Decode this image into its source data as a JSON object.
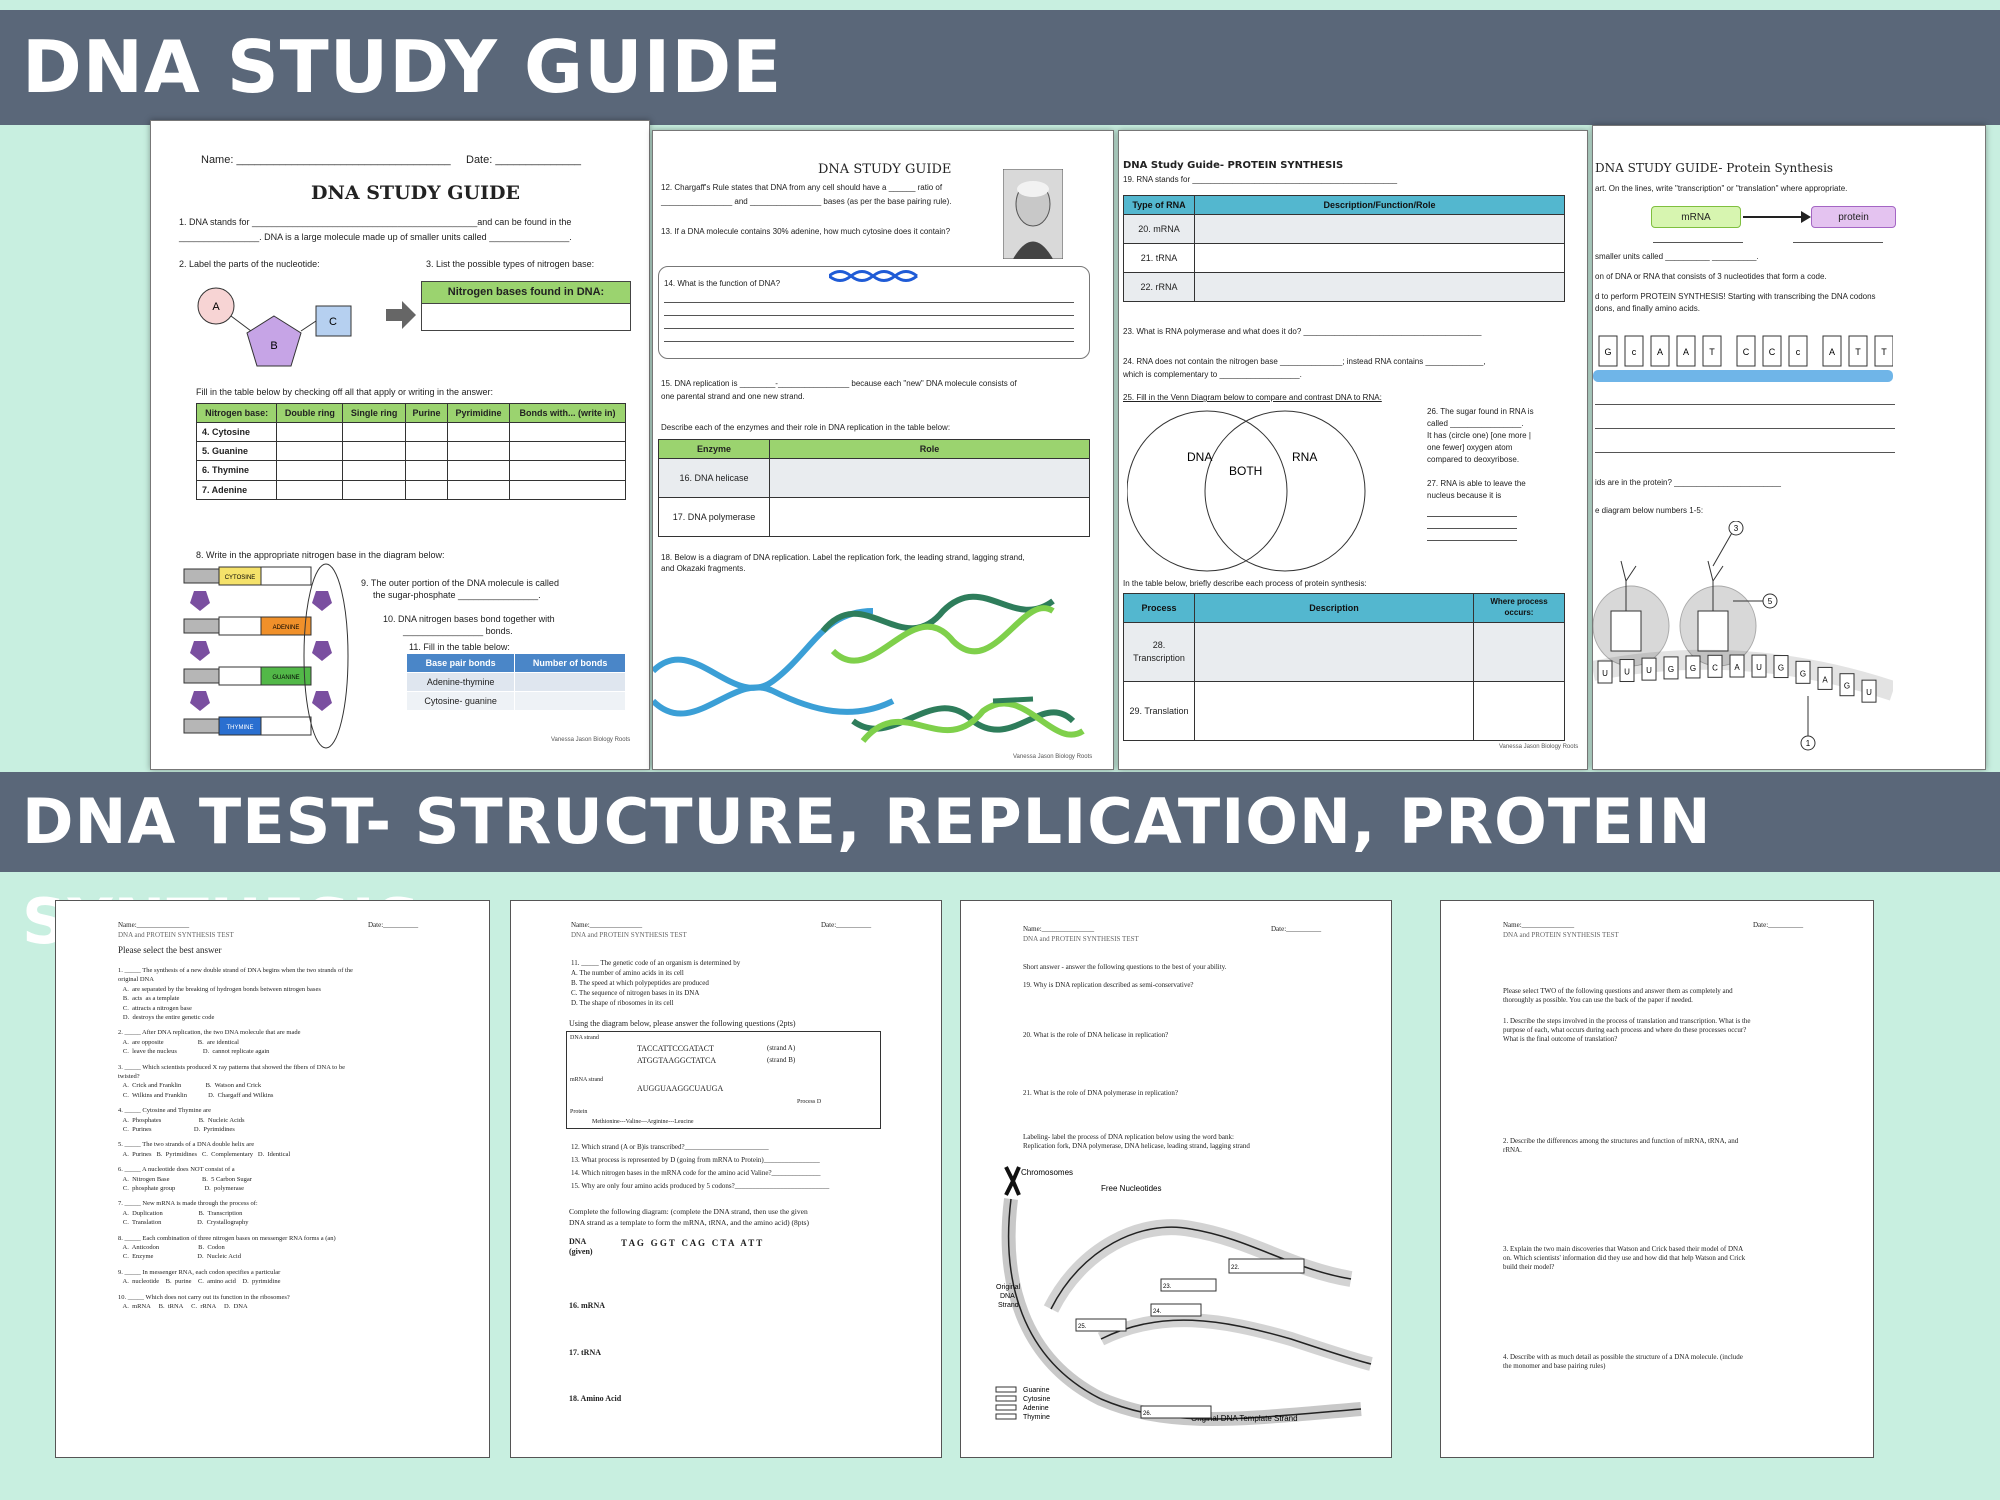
{
  "banners": {
    "top": "DNA STUDY GUIDE",
    "middle": "DNA TEST- STRUCTURE, REPLICATION, PROTEIN SYNTHESIS"
  },
  "colors": {
    "background": "#c8efe0",
    "banner": "#5a6779",
    "green_header": "#9bd36f",
    "blue_header": "#53b7cf"
  },
  "sg1": {
    "name_label": "Name: ___________________________________",
    "date_label": "Date: ______________",
    "title": "DNA STUDY GUIDE",
    "q1a": "1. DNA stands for _____________________________________________and can be found in the",
    "q1b": "________________. DNA is a large molecule made up of smaller units called ________________.",
    "q2": "2. Label the parts of the nucleotide:",
    "q3": "3.   List the possible types of nitrogen base:",
    "nuc_a": "A",
    "nuc_b": "B",
    "nuc_c": "C",
    "nb_box_title": "Nitrogen bases found in DNA:",
    "table_intro": "Fill in the table below by checking off all that apply or writing in the answer:",
    "headers": [
      "Nitrogen base:",
      "Double ring",
      "Single ring",
      "Purine",
      "Pyrimidine",
      "Bonds with... (write in)"
    ],
    "rows": [
      "4. Cytosine",
      "5. Guanine",
      "6. Thymine",
      "7. Adenine"
    ],
    "q8": "8. Write in the appropriate nitrogen base in the diagram below:",
    "ladder_labels": [
      "CYTOSINE",
      "ADENINE",
      "GUANINE",
      "THYMINE"
    ],
    "q9": "9. The outer portion of the DNA molecule is called",
    "q9b": "the sugar-phosphate ________________.",
    "q10": "10. DNA nitrogen bases bond together with",
    "q10b": "________________ bonds.",
    "q11": "11. Fill in the table below:",
    "bp_headers": [
      "Base pair bonds",
      "Number of bonds"
    ],
    "bp_rows": [
      "Adenine-thymine",
      "Cytosine- guanine"
    ],
    "credit": "Vanessa Jason Biology Roots"
  },
  "sg2": {
    "title": "DNA STUDY GUIDE",
    "q12": "12. Chargaff's Rule states that DNA from any cell should have a ______ ratio of",
    "q12b": "________________ and ________________ bases (as per the base pairing rule).",
    "q13": "13. If a DNA molecule contains 30% adenine, how much cytosine does it contain?",
    "q14": "14. What is the function of DNA?",
    "q15": "15. DNA replication is ________-________________ because each \"new\" DNA molecule consists of",
    "q15b": "one parental strand and one new strand.",
    "describe": "Describe each of the enzymes and their role in DNA replication in the table below:",
    "enz_headers": [
      "Enzyme",
      "Role"
    ],
    "enz_rows": [
      "16. DNA helicase",
      "17. DNA polymerase"
    ],
    "q18": "18. Below is a diagram of DNA replication. Label the replication fork, the leading strand, lagging strand,",
    "q18b": "and Okazaki fragments.",
    "credit": "Vanessa Jason Biology Roots"
  },
  "sg3": {
    "title": "DNA Study Guide- PROTEIN SYNTHESIS",
    "q19": "19. RNA stands for ______________________________________________",
    "rna_headers": [
      "Type of RNA",
      "Description/Function/Role"
    ],
    "rna_rows": [
      "20. mRNA",
      "21. tRNA",
      "22. rRNA"
    ],
    "q23": "23. What is RNA polymerase and what does it do? ________________________________________",
    "q24": "24. RNA does not contain the nitrogen base ______________; instead RNA contains _____________,",
    "q24b": "which is complementary to __________________.",
    "q25": "25. Fill in the Venn Diagram below to compare and contrast DNA to RNA:",
    "venn": [
      "DNA",
      "BOTH",
      "RNA"
    ],
    "q26": [
      "26. The sugar found in RNA is",
      "called ________________.",
      "It has (circle one) [one more |",
      "one fewer] oxygen atom",
      "compared to  deoxyribose."
    ],
    "q27": [
      "27. RNA is able to leave the",
      "nucleus because it is"
    ],
    "proc_intro": "In the table below, briefly describe each process of protein synthesis:",
    "proc_headers": [
      "Process",
      "Description",
      "Where process occurs:"
    ],
    "proc_rows": [
      "28. Transcription",
      "29. Translation"
    ],
    "credit": "Vanessa Jason Biology Roots"
  },
  "sg4": {
    "title": "DNA STUDY GUIDE- Protein Synthesis",
    "intro": "art. On the lines, write \"transcription\" or \"translation\" where appropriate.",
    "mrna": "mRNA",
    "protein": "protein",
    "l1": "smaller units called __________ __________.",
    "l2": "on of DNA or RNA that consists of 3 nucleotides that form a code.",
    "l3": "d to perform PROTEIN SYNTHESIS! Starting with transcribing the DNA codons",
    "l4": "dons, and finally amino acids.",
    "bases": [
      "G",
      "c",
      "A",
      "A",
      "T",
      "C",
      "C",
      "c",
      "A",
      "T",
      "T"
    ],
    "q_amino": "ids are in the protein? ________________________",
    "q_diag": "e diagram below numbers 1-5:",
    "markers": [
      "3",
      "5",
      "1"
    ],
    "mrna_bases": [
      "U",
      "U",
      "U",
      "G",
      "G",
      "C",
      "A",
      "U",
      "G",
      "G",
      "A",
      "G",
      "U"
    ]
  },
  "t1": {
    "name": "Name:_______________",
    "date": "Date:__________",
    "course": "DNA and PROTEIN SYNTHESIS TEST",
    "instr": "Please select the best answer",
    "lines": [
      "1. _____ The synthesis of a new double strand of DNA begins when the two strands of the",
      "original DNA",
      "   A.  are separated by the breaking of hydrogen bonds between nitrogen bases",
      "   B.  acts  as a template",
      "   C.  attracts a nitrogen base",
      "   D.  destroys the entire genetic code",
      "2. _____ After DNA replication, the two DNA molecule that are made",
      "   A.  are opposite                     B.  are identical",
      "   C.  leave the nucleus                D.  cannot replicate again",
      "3. _____ Which scientists produced X ray patterns that showed the fibers of DNA to be",
      "twisted?",
      "   A.  Crick and Franklin               B.  Watson and Crick",
      "   C.  Wilkins and Franklin             D.  Chargaff and Wilkins",
      "4. _____ Cytosine and Thymine are",
      "   A.  Phosphates                       B.  Nucleic Acids",
      "   C.  Purines                          D.  Pyrimidines",
      "5. _____ The two strands of a DNA double helix are",
      "   A.  Purines   B.  Pyrimidines   C.  Complementary   D.  Identical",
      "6. _____ A nucleotide does NOT consist of a",
      "   A.  Nitrogen Base                    B.  5 Carbon Sugar",
      "   C.  phosphate group                  D.  polymerase",
      "7. _____ New mRNA is made through the process of:",
      "   A.  Duplication                      B.  Transcription",
      "   C.  Translation                      D.  Crystallography",
      "8. _____ Each combination of three nitrogen bases on messenger RNA forms a (an)",
      "   A.  Anticodon                        B.  Codon",
      "   C.  Enzyme                           D.  Nucleic Acid",
      "9. _____ In messenger RNA, each codon specifies a particular",
      "   A.  nucleotide    B.  purine    C.  amino acid    D.  pyrimidine",
      "10. _____ Which does not carry out its function in the ribosomes?",
      "   A.  mRNA     B.  tRNA     C.  rRNA     D.  DNA"
    ]
  },
  "t2": {
    "name": "Name:_______________",
    "date": "Date:__________",
    "course": "DNA and PROTEIN SYNTHESIS TEST",
    "q11": [
      "11. _____ The genetic code of an organism is determined by",
      "   A.  The number of amino acids in its cell",
      "   B.  The speed at which polypeptides are produced",
      "   C.  The sequence of nitrogen bases in its DNA",
      "   D.  The shape of ribosomes in its cell"
    ],
    "diagram_instr": "Using the diagram below, please answer the following questions (2pts)",
    "dna_strand": "DNA strand",
    "seq_a": "TACCATTCCGATACT",
    "seq_b": "ATGGTAAGGCTATCA",
    "strand_a": "(strand A)",
    "strand_b": "(strand B)",
    "mrna_strand": "mRNA strand",
    "mrna_seq": "AUGGUAAGGCUAUGA",
    "process_d": "Process D",
    "protein": "Protein",
    "protein_seq": "Methionine---Valine---Arginine---Leucine",
    "qs": [
      "12.  Which strand (A or B)is transcribed?________________________",
      "13.  What process is represented by D (going from mRNA to Protein)________________",
      "14.  Which nitrogen bases in the mRNA code for the amino acid Valine?______________",
      "15.  Why are only four amino acids produced by 5 codons?___________________________"
    ],
    "complete": "Complete the following diagram: (complete the DNA strand, then use the given",
    "complete_b": "DNA strand as a template to form the mRNA, tRNA, and the amino acid) (8pts)",
    "dna_given": "DNA",
    "given": "(given)",
    "dna_seq": "T A G   G G T   C A G   C T A   A T T",
    "labels": [
      "16. mRNA",
      "17. tRNA",
      "18. Amino Acid"
    ]
  },
  "t3": {
    "name": "Name:_______________",
    "date": "Date:__________",
    "course": "DNA and PROTEIN SYNTHESIS TEST",
    "instr": "Short answer - answer the following questions to the best of your ability.",
    "q19": "19. Why is DNA replication described as semi-conservative?",
    "q20": "20. What is the role of DNA helicase in replication?",
    "q21": "21.  What is the role of DNA polymerase in replication?",
    "label_instr": "Labeling- label the process of DNA replication below using the word bank:",
    "word_bank": "Replication fork, DNA polymerase, DNA helicase, leading strand, lagging strand",
    "chromosomes": "Chromosomes",
    "free_nucleotides": "Free Nucleotides",
    "original": [
      "Original",
      "DNA",
      "Strand"
    ],
    "legend": [
      "Guanine",
      "Cytosine",
      "Adenine",
      "Thymine"
    ],
    "template": "Original DNA Template Strand",
    "blanks": [
      "22.",
      "23.",
      "24.",
      "25.",
      "26."
    ]
  },
  "t4": {
    "name": "Name:_______________",
    "date": "Date:__________",
    "course": "DNA and PROTEIN SYNTHESIS TEST",
    "instr": [
      "Please select TWO of the following questions and answer them as completely and",
      "thoroughly as possible.  You can use the back of the paper if needed."
    ],
    "q1": [
      "1.  Describe the steps involved in the process of translation and transcription.  What is the",
      "purpose of each, what occurs during each process and where do these processes occur?",
      "What is the final outcome of translation?"
    ],
    "q2": [
      "2.  Describe the differences among the structures and function of mRNA, tRNA, and",
      "rRNA."
    ],
    "q3": [
      "3.  Explain the two main discoveries that Watson and Crick based their model of DNA",
      "on.  Which scientists' information did they use and how did that help Watson and Crick",
      "build their model?"
    ],
    "q4": [
      "4.  Describe with as much detail as possible the structure of a DNA molecule.  (include",
      "the monomer and base pairing rules)"
    ]
  }
}
